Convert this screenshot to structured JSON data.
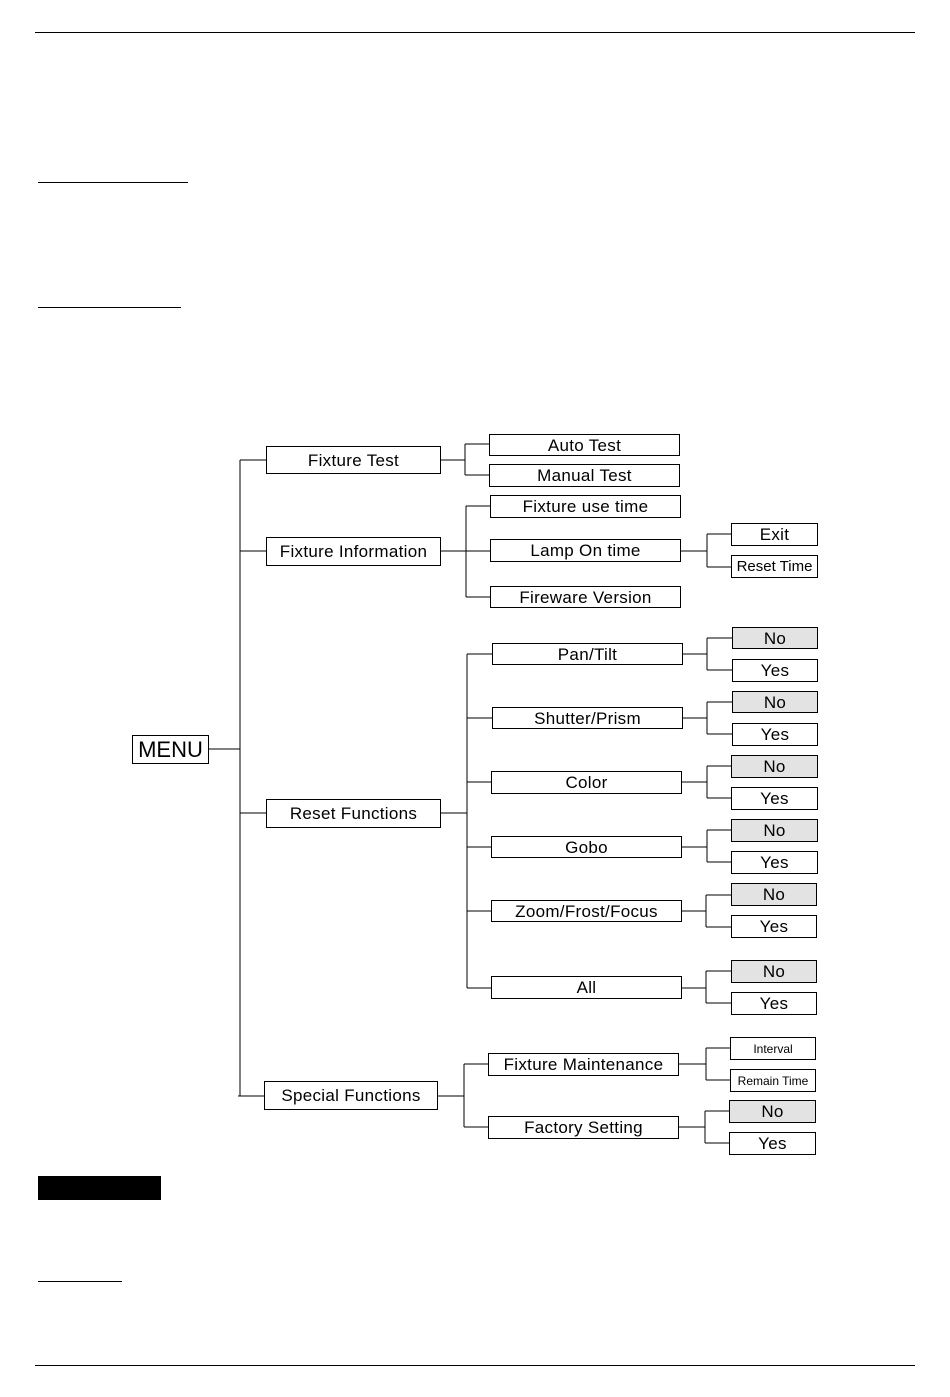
{
  "menu": {
    "root": "MENU"
  },
  "fixture_test": {
    "label": "Fixture Test",
    "children": [
      "Auto Test",
      "Manual Test"
    ]
  },
  "fixture_information": {
    "label": "Fixture Information",
    "children": [
      "Fixture use time",
      "Lamp On time",
      "Fireware Version"
    ],
    "lamp_on_time_options": [
      "Exit",
      "Reset Time"
    ]
  },
  "reset_functions": {
    "label": "Reset Functions",
    "children": [
      "Pan/Tilt",
      "Shutter/Prism",
      "Color",
      "Gobo",
      "Zoom/Frost/Focus",
      "All"
    ],
    "option_no": "No",
    "option_yes": "Yes"
  },
  "special_functions": {
    "label": "Special Functions",
    "children": [
      "Fixture Maintenance",
      "Factory Setting"
    ],
    "maintenance_options": [
      "Interval",
      "Remain Time"
    ],
    "factory_options": [
      "No",
      "Yes"
    ]
  },
  "colors": {
    "line": "#000000",
    "shaded_box": "#e3e3e3"
  }
}
